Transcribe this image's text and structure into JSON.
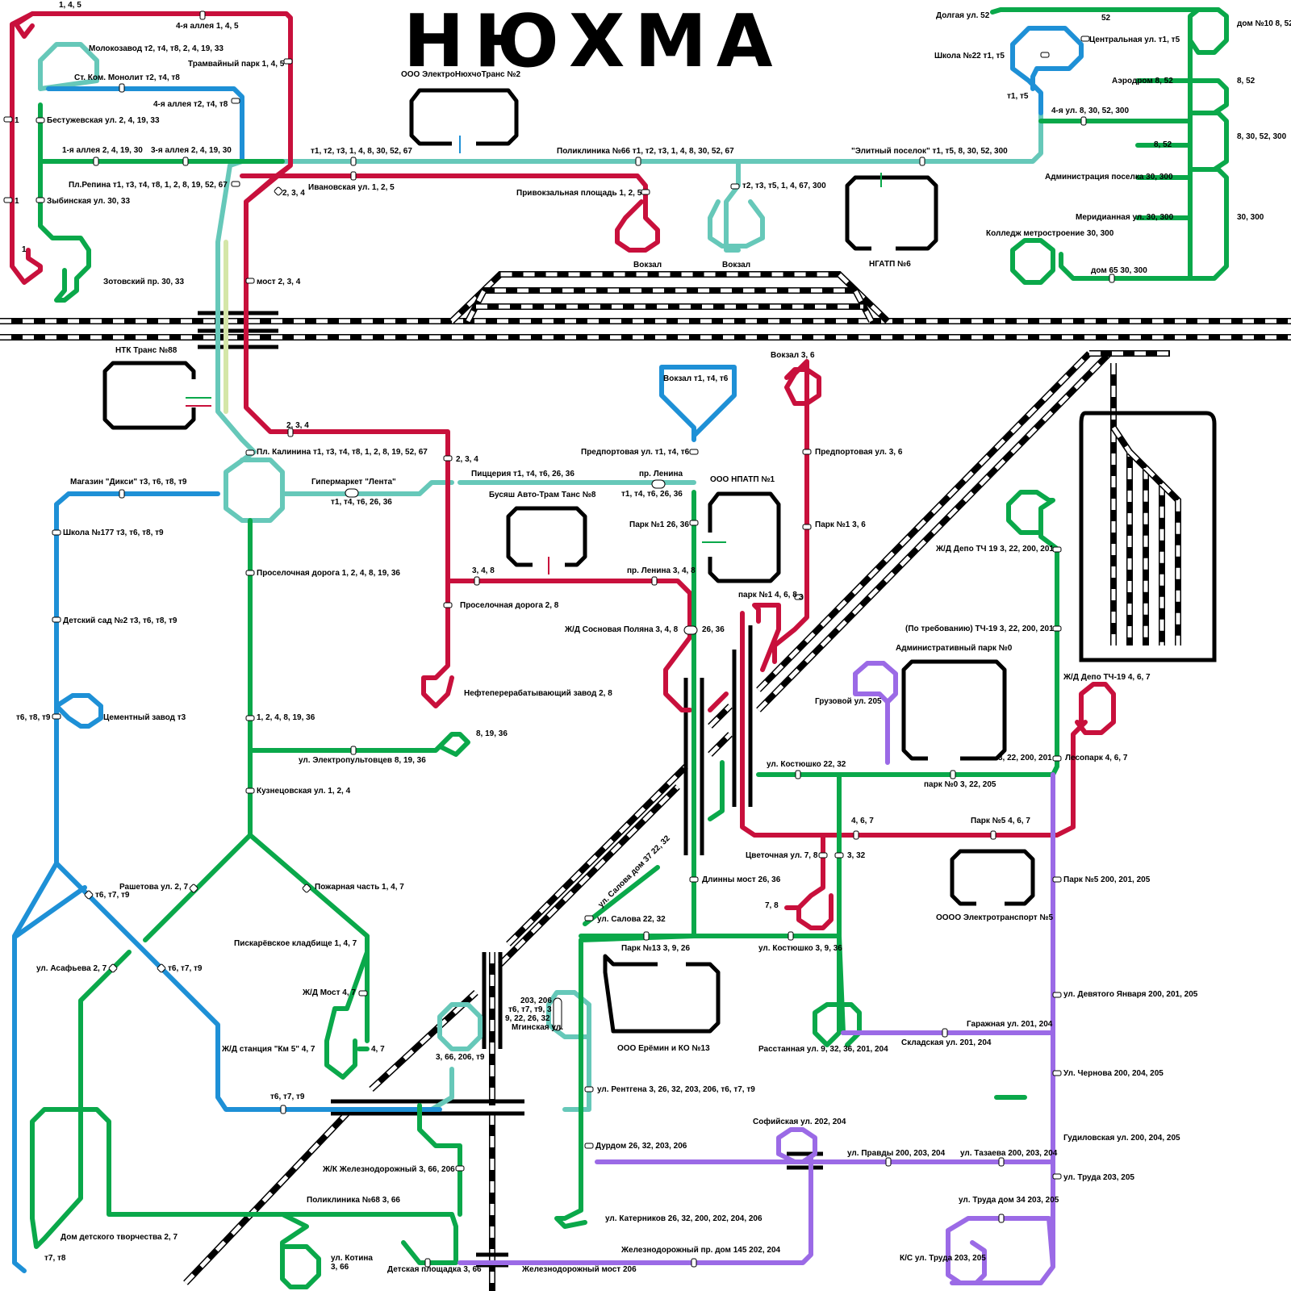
{
  "title": "НЮХМА",
  "depots": [
    {
      "id": "d2",
      "label": "ООО ЭлектроНюхчоТранс №2"
    },
    {
      "id": "d6",
      "label": "НГАТП №6"
    },
    {
      "id": "d88",
      "label": "НТК Транс №88"
    },
    {
      "id": "d1",
      "label": "ООО НПАТП №1"
    },
    {
      "id": "d8",
      "label": "Бусяш Авто-Трам Танс №8"
    },
    {
      "id": "d0",
      "label": "Административный парк №0"
    },
    {
      "id": "d5",
      "label": "ОООО Электротранспорт №5"
    },
    {
      "id": "d13",
      "label": "ООО Ерёмин и КО №13"
    }
  ],
  "stops": {
    "s1": "1, 4, 5",
    "s2": "4-я аллея 1, 4, 5",
    "s3": "Молокозавод т2, т4, т8, 2, 4, 19, 33",
    "s4": "Трамвайный парк 1, 4, 5",
    "s5": "Ст. Ком. Монолит т2, т4, т8",
    "s6": "4-я аллея т2, т4, т8",
    "s7": "Бестужевская ул. 2, 4, 19, 33",
    "s8": "1-я аллея 2, 4, 19, 30",
    "s9": "3-я аллея 2, 4, 19, 30",
    "s10": "Пл.Репина т1, т3, т4, т8, 1, 2, 8, 19, 52, 67",
    "s11": "Зыбинская ул. 30, 33",
    "s12": "Зотовский пр. 30, 33",
    "s13": "мост 2, 3, 4",
    "s14": "2, 3, 4",
    "s15": "Ивановская ул. 1, 2, 5",
    "s16": "т1, т2, т3, 1, 4, 8, 30, 52, 67",
    "s17": "Поликлиника №66 т1, т2, т3, 1, 4, 8, 30, 52, 67",
    "s18": "\"Элитный поселок\" т1, т5, 8, 30, 52, 300",
    "s19": "Привокзальная площадь 1, 2, 5",
    "s20": "т2, т3, т5, 1, 4, 67, 300",
    "s21": "Вокзал",
    "s22": "Вокзал",
    "s23": "Долгая ул. 52",
    "s24": "52",
    "s25": "дом №10 8, 52",
    "s26": "Центральная ул. т1, т5",
    "s27": "Школа №22 т1, т5",
    "s28": "Аэродром 8, 52",
    "s29": "8, 52",
    "s30": "т1, т5",
    "s31": "4-я ул. 8, 30, 52, 300",
    "s32": "8, 30, 52, 300",
    "s33": "8, 52",
    "s34": "Администрация поселка 30, 300",
    "s35": "Меридианная ул. 30, 300",
    "s36": "30, 300",
    "s37": "Колледж метростроение 30, 300",
    "s38": "дом 65 30, 300",
    "s39": "1",
    "s40": "1",
    "s41": "1",
    "s42": "Пл. Калинина т1, т3, т4, т8, 1, 2, 8, 19, 52, 67",
    "s43": "2, 3, 4",
    "s44": "2, 3, 4",
    "s45": "Магазин \"Дикси\" т3, т6, т8, т9",
    "s46": "Гипермаркет \"Лента\"",
    "s47": "т1, т4, т6, 26, 36",
    "s48": "Пиццерия т1, т4, т6, 26, 36",
    "s49": "пр. Ленина",
    "s50": "т1, т4, т6, 26, 36",
    "s51": "Вокзал т1, т4, т6",
    "s52": "Предпортовая ул. т1, т4, т6",
    "s53": "Вокзал 3, 6",
    "s54": "Предпортовая ул. 3, 6",
    "s55": "Парк №1 3, 6",
    "s56": "Парк №1 26, 36",
    "s57": "Школа №177 т3, т6, т8, т9",
    "s58": "Проселочная дорога 1, 2, 4, 8, 19, 36",
    "s59": "3, 4, 8",
    "s60": "пр. Ленина 3, 4, 8",
    "s61": "Проселочная дорога 2, 8",
    "s62": "парк №1 4, 6, 8",
    "s63": "3",
    "s64": "Детский сад №2 т3, т6, т8, т9",
    "s65": "Ж/Д Сосновая Поляна 3, 4, 8",
    "s66": "26, 36",
    "s67": "(По требованию) ТЧ-19 3, 22, 200, 201",
    "s68": "Ж/Д Депо ТЧ 19 3, 22, 200, 201",
    "s69": "Нефтеперерабатывающий завод 2, 8",
    "s70": "Грузовой ул. 205",
    "s71": "Ж/Д Депо ТЧ-19 4, 6, 7",
    "s72": "т6, т8, т9",
    "s73": "Цементный завод т3",
    "s74": "1, 2, 4, 8, 19, 36",
    "s75": "8, 19, 36",
    "s76": "ул. Электропультовцев 8, 19, 36",
    "s77": "Лесопарк 4, 6, 7",
    "s78": "3, 22, 200, 201",
    "s79": "ул. Костюшко 22, 32",
    "s80": "парк №0 3, 22, 205",
    "s81": "Кузнецовская ул. 1, 2, 4",
    "s82": "4, 6, 7",
    "s83": "Парк №5 4, 6, 7",
    "s84": "Цветочная ул. 7, 8",
    "s85": "3, 32",
    "s86": "Длинны мост 26, 36",
    "s87": "Парк №5 200, 201, 205",
    "s88": "Рашетова ул. 2, 7",
    "s89": "Пожарная часть 1, 4, 7",
    "s90": "т6, т7, т9",
    "s91": "7, 8",
    "s92": "ул. Салова дом 37 22, 32",
    "s93": "ул. Салова 22, 32",
    "s94": "Парк №13 3, 9, 26",
    "s95": "ул. Костюшко 3, 9, 36",
    "s96": "Пискарёвское кладбище 1, 4, 7",
    "s97": "ул. Асафьева 2, 7",
    "s98": "т6, т7, т9",
    "s99": "Ж/Д Мост 4, 7",
    "s100": "ул. Девятого Января 200, 201, 205",
    "s101": "Гаражная ул. 201, 204",
    "s102": "Складская ул. 201, 204",
    "s103": "Расстанная ул. 9, 32, 36, 201, 204",
    "s104": "203, 206",
    "s105": "т6, т7, т9, 3",
    "s106": "9, 22, 26, 32",
    "s107": "Мгинская ул.",
    "s108": "3, 66, 206, т9",
    "s109": "Ж/Д станция \"Км 5\" 4, 7",
    "s110": "4, 7",
    "s111": "Ул. Чернова 200, 204, 205",
    "s112": "т6, т7, т9",
    "s113": "ул. Рентгена 3, 26, 32, 203, 206, т6, т7, т9",
    "s114": "Софийская ул. 202, 204",
    "s115": "Дурдом 26, 32, 203, 206",
    "s116": "ул. Правды 200, 203, 204",
    "s117": "ул. Тазаева 200, 203, 204",
    "s118": "Гудиловская ул. 200, 204, 205",
    "s119": "Ж/К Железнодорожный 3, 66, 206",
    "s120": "ул. Труда 203, 205",
    "s121": "Поликлиника №68 3, 66",
    "s122": "ул. Труда дом 34 203, 205",
    "s123": "ул. Катерников 26, 32, 200, 202, 204, 206",
    "s124": "Дом детского творчества 2, 7",
    "s125": "т7, т8",
    "s126": "Железнодорожный пр. дом 145 202, 204",
    "s127": "ул. Котина",
    "s128": "3, 66",
    "s129": "Детская площадка 3, 66",
    "s130": "Железнодорожный мост 206",
    "s131": "К/С ул. Труда 203, 205"
  },
  "colors": {
    "red": "#c8103c",
    "teal": "#66c8b9",
    "blue": "#1e90d6",
    "green": "#0aa84a",
    "purple": "#9b6ae6"
  }
}
